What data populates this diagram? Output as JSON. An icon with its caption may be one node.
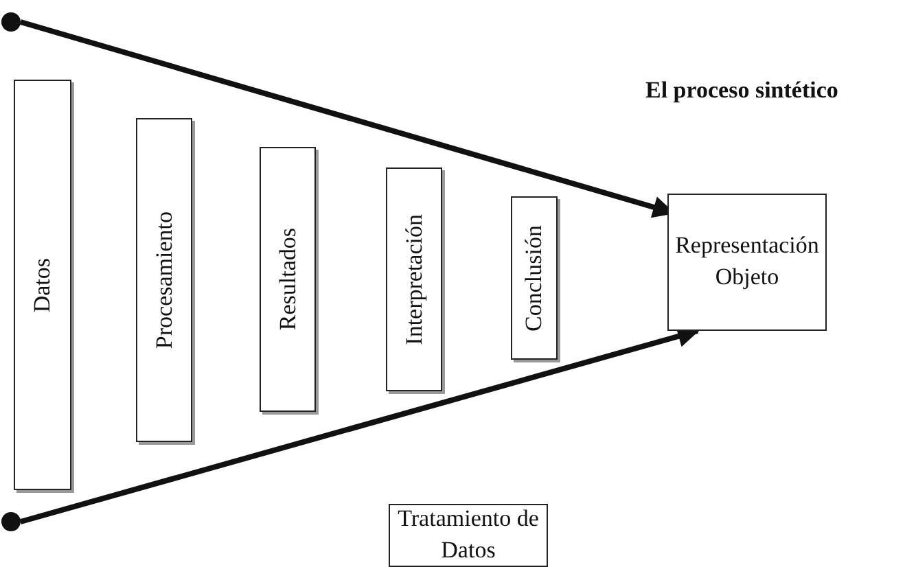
{
  "diagram": {
    "nodes": [
      {
        "text": [],
        "shape": "circle"
      },
      {
        "text": [],
        "shape": "circle"
      },
      {
        "text": [
          "Datos"
        ]
      },
      {
        "text": [
          "Procesamiento"
        ]
      },
      {
        "text": [
          "Resultados"
        ]
      },
      {
        "text": [
          "Interpretación"
        ]
      },
      {
        "text": [
          "Conclusión"
        ]
      },
      {
        "text": [
          "Representación Objeto"
        ]
      },
      {
        "text": [
          "Tratamiento de Datos"
        ]
      }
    ],
    "edges": [
      {
        "from": 0,
        "to": 7,
        "arrow": "to"
      },
      {
        "from": 1,
        "to": 7,
        "arrow": "to"
      }
    ],
    "labels": [
      "El proceso sintético"
    ]
  }
}
